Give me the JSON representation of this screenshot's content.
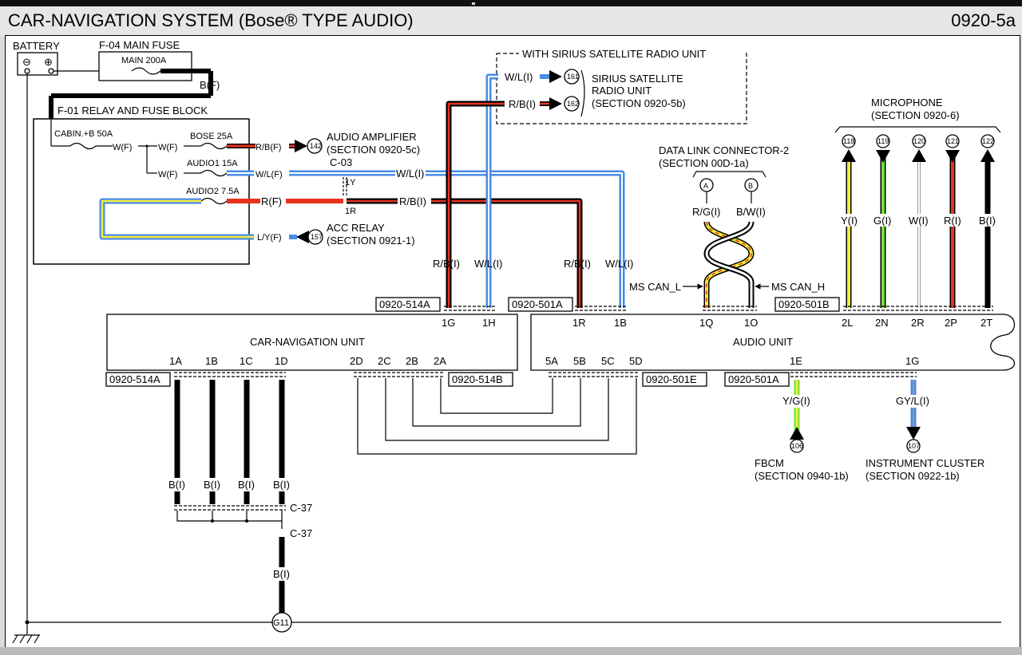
{
  "header": {
    "title": "CAR-NAVIGATION SYSTEM (Bose® TYPE AUDIO)",
    "section": "0920-5a"
  },
  "colors": {
    "black": "#000000",
    "red": "#e8321e",
    "dark_red": "#b3211a",
    "blue": "#4a8be8",
    "yellow": "#f2ee3c",
    "green": "#6ee03a",
    "white_wire": "#ffffff",
    "gray": "#9a9a9a"
  },
  "battery": {
    "label": "BATTERY",
    "minus": "⊖",
    "plus": "⊕"
  },
  "main_fuse": {
    "title": "F-04  MAIN FUSE",
    "rating": "MAIN 200A",
    "wire": "B(F)"
  },
  "relay_block": {
    "title": "F-01  RELAY AND FUSE BLOCK",
    "fuses": [
      "CABIN.+B 50A",
      "BOSE 25A",
      "AUDIO1 15A",
      "AUDIO2 7.5A"
    ],
    "wires": [
      "W(F)",
      "W(F)",
      "W(F)",
      "R/B(F)",
      "W/L(F)",
      "R(F)",
      "L/Y(F)"
    ]
  },
  "audio_amplifier": {
    "pin": "142",
    "name": "AUDIO AMPLIFIER",
    "section": "(SECTION 0920-5c)"
  },
  "acc_relay": {
    "pin": "157",
    "name": "ACC RELAY",
    "section": "(SECTION 0921-1)"
  },
  "splice": {
    "c03": "C-03",
    "y1": "1Y",
    "r1": "1R",
    "wl": "W/L(I)",
    "rb": "R/B(I)"
  },
  "sirius": {
    "frame_label": "WITH SIRIUS SATELLITE RADIO UNIT",
    "name": "SIRIUS SATELLITE",
    "name2": "RADIO UNIT",
    "section": "(SECTION 0920-5b)",
    "wire_wl": "W/L(I)",
    "pin_wl": "161",
    "wire_rb": "R/B(I)",
    "pin_rb": "162"
  },
  "dlc": {
    "name": "DATA LINK CONNECTOR-2",
    "section": "(SECTION 00D-1a)",
    "pin_a": "A",
    "pin_b": "B",
    "wire_a": "R/G(I)",
    "wire_b": "B/W(I)",
    "can_l": "MS CAN_L",
    "can_h": "MS CAN_H"
  },
  "microphone": {
    "name": "MICROPHONE",
    "section": "(SECTION 0920-6)",
    "pins": [
      "118",
      "119",
      "120",
      "121",
      "122"
    ],
    "wires": [
      "Y(I)",
      "G(I)",
      "W(I)",
      "R(I)",
      "B(I)"
    ]
  },
  "nav_unit": {
    "name": "CAR-NAVIGATION UNIT",
    "top_connector": "0920-514A",
    "top_pins": [
      "1G",
      "1H"
    ],
    "top_wires": [
      "R/B(I)",
      "W/L(I)"
    ],
    "bottom_connector_a": "0920-514A",
    "bottom_pins_a": [
      "1A",
      "1B",
      "1C",
      "1D"
    ],
    "bottom_connector_b": "0920-514B",
    "bottom_pins_b": [
      "2D",
      "2C",
      "2B",
      "2A"
    ]
  },
  "audio_unit": {
    "name": "AUDIO UNIT",
    "top_connector_1": "0920-501A",
    "top_pins_1": [
      "1R",
      "1B",
      "1Q",
      "1O"
    ],
    "top_wires_1": [
      "R/B(I)",
      "W/L(I)"
    ],
    "top_connector_2": "0920-501B",
    "top_pins_2": [
      "2L",
      "2N",
      "2R",
      "2P",
      "2T"
    ],
    "bottom_pins_e": [
      "5A",
      "5B",
      "5C",
      "5D"
    ],
    "bottom_connector_e": "0920-501E",
    "bottom_connector_a": "0920-501A",
    "bottom_pins_a": [
      "1E",
      "1G"
    ]
  },
  "fbcm": {
    "pin": "106",
    "wire": "Y/G(I)",
    "name": "FBCM",
    "section": "(SECTION 0940-1b)"
  },
  "cluster": {
    "pin": "107",
    "wire": "GY/L(I)",
    "name": "INSTRUMENT CLUSTER",
    "section": "(SECTION 0922-1b)"
  },
  "ground": {
    "wires": [
      "B(I)",
      "B(I)",
      "B(I)",
      "B(I)"
    ],
    "connector": "C-37",
    "connector2": "C-37",
    "wire_out": "B(I)",
    "point": "G11"
  }
}
